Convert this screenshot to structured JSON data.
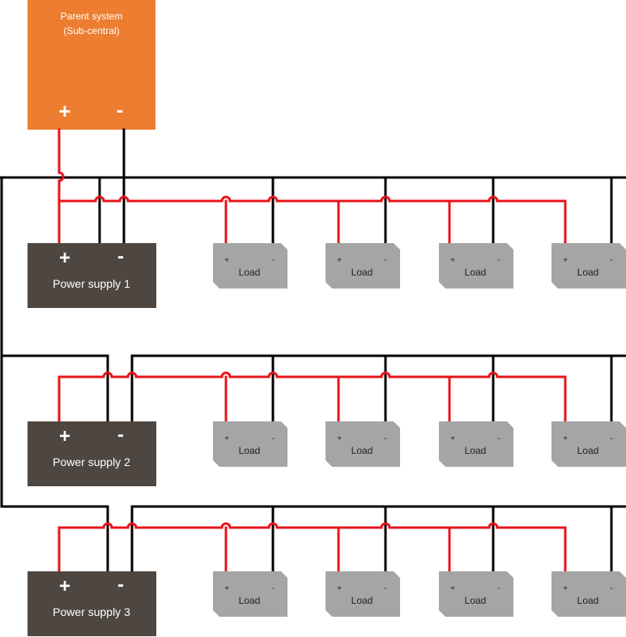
{
  "parent": {
    "title_line1": "Parent system",
    "title_line2": "(Sub-central)",
    "plus": "+",
    "minus": "-"
  },
  "supplies": [
    {
      "label": "Power supply 1",
      "plus": "+",
      "minus": "-"
    },
    {
      "label": "Power supply 2",
      "plus": "+",
      "minus": "-"
    },
    {
      "label": "Power supply 3",
      "plus": "+",
      "minus": "-"
    }
  ],
  "load": {
    "label": "Load",
    "plus": "+",
    "minus": "-"
  },
  "colors": {
    "parent_fill": "#ED7D31",
    "supply_fill": "#4E4640",
    "load_fill": "#A5A5A5",
    "positive_wire": "#E8141B",
    "negative_wire": "#000000",
    "label_on_dark": "#ffffff",
    "label_on_load": "#222222"
  }
}
